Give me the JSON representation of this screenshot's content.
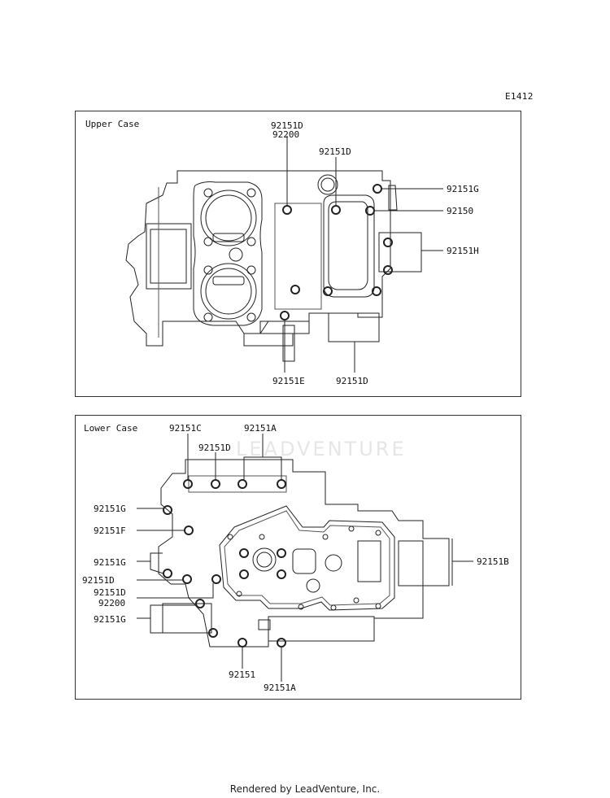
{
  "diagram_code": "E1412",
  "upper_case": {
    "title": "Upper Case",
    "labels": {
      "top_d": "92151D",
      "top_200": "92200",
      "mid_d": "92151D",
      "g": "92151G",
      "p150": "92150",
      "h": "92151H",
      "e": "92151E",
      "bot_d": "92151D"
    }
  },
  "lower_case": {
    "title": "Lower Case",
    "labels": {
      "c": "92151C",
      "a_top": "92151A",
      "d_top": "92151D",
      "g1": "92151G",
      "f": "92151F",
      "g2": "92151G",
      "d_left": "92151D",
      "d_left2": "92151D",
      "p200": "92200",
      "g3": "92151G",
      "b": "92151B",
      "p151": "92151",
      "a_bot": "92151A"
    }
  },
  "watermark": "LEADVENTURE",
  "footer": "Rendered by LeadVenture, Inc."
}
